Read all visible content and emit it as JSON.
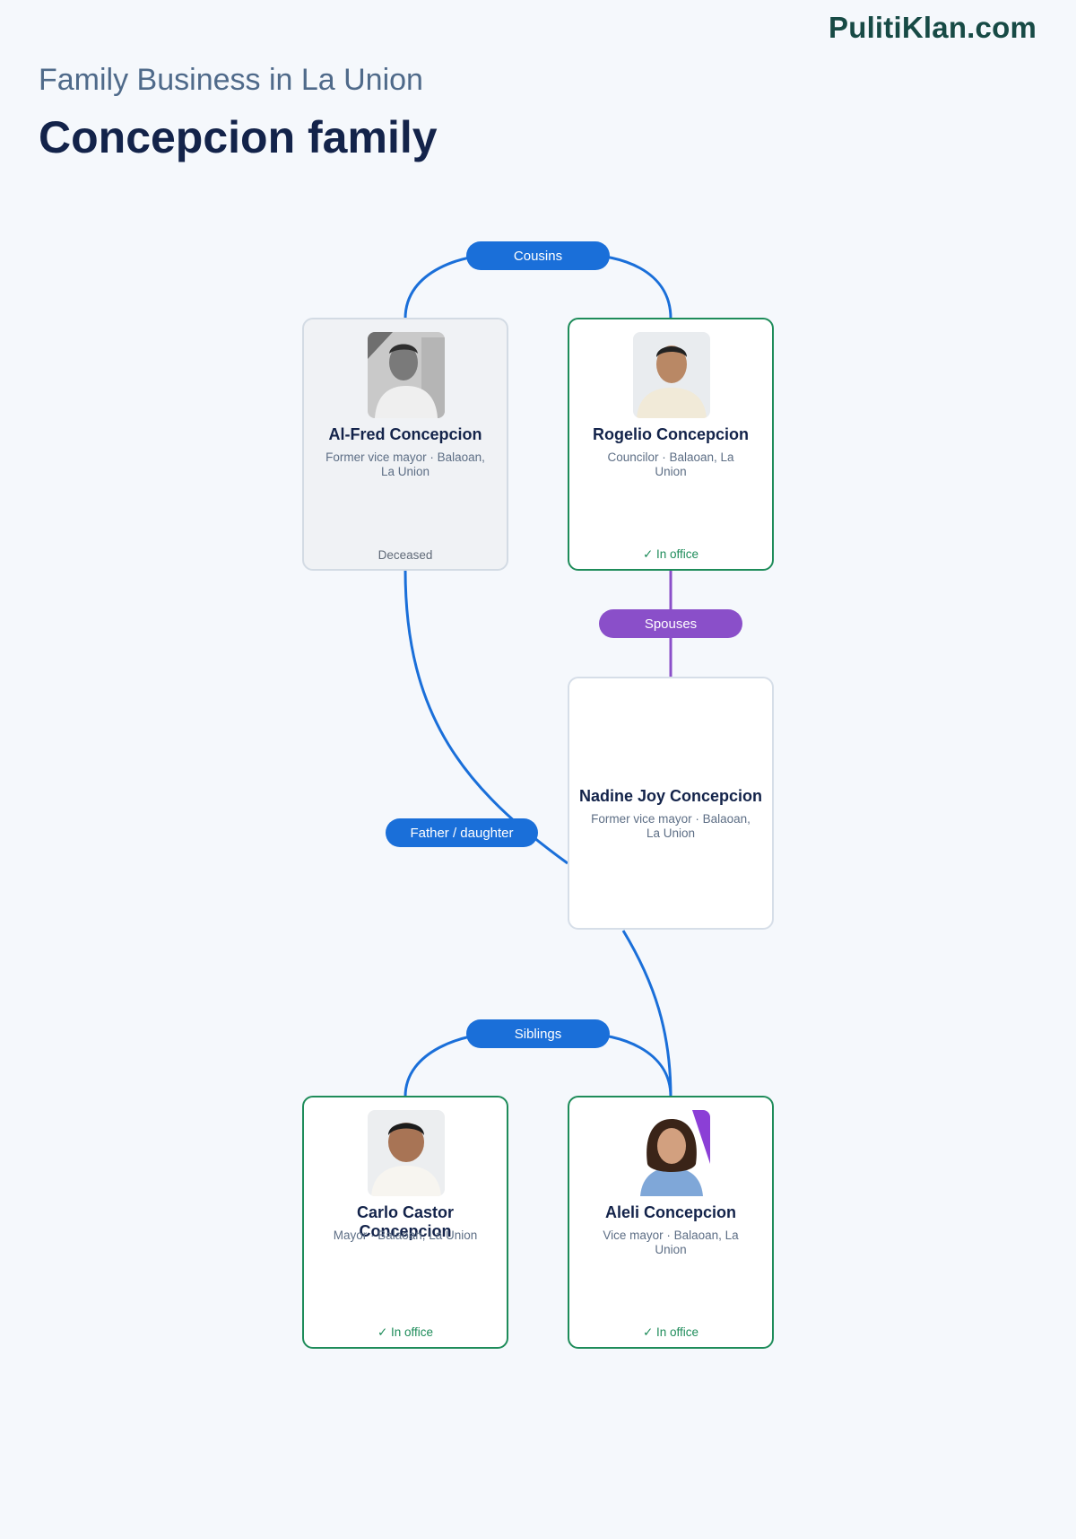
{
  "brand": "PulitiKlan.com",
  "header": {
    "subtitle": "Family Business in La Union",
    "title": "Concepcion family"
  },
  "colors": {
    "blue_link": "#1a6fd9",
    "purple_link": "#8a4fc9",
    "in_office_border": "#1e8c5a",
    "background": "#f5f8fc"
  },
  "people": {
    "alfred": {
      "name": "Al-Fred Concepcion",
      "role": "Former vice mayor · Balaoan, La Union",
      "status": "Deceased",
      "photo": "portrait-grayscale"
    },
    "rogelio": {
      "name": "Rogelio Concepcion",
      "role": "Councilor · Balaoan, La Union",
      "status": "✓ In office",
      "photo": "portrait"
    },
    "nadine": {
      "name": "Nadine Joy Concepcion",
      "role": "Former vice mayor · Balaoan, La Union",
      "status": ""
    },
    "carlo": {
      "name": "Carlo Castor Concepcion",
      "role": "Mayor · Balaoan, La Union",
      "status": "✓ In office",
      "photo": "portrait"
    },
    "aleli": {
      "name": "Aleli Concepcion",
      "role": "Vice mayor · Balaoan, La Union",
      "status": "✓ In office",
      "photo": "portrait"
    }
  },
  "relations": {
    "cousins": "Cousins",
    "spouses": "Spouses",
    "father_daughter": "Father / daughter",
    "siblings": "Siblings"
  }
}
